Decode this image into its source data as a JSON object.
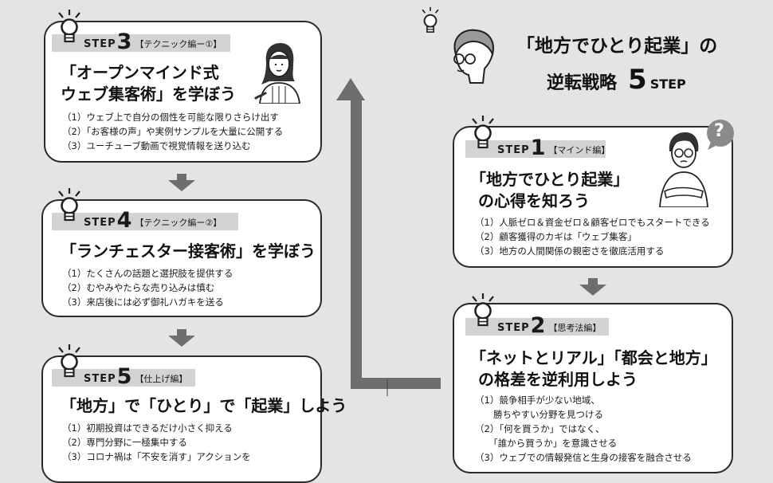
{
  "header": {
    "title_line1": "「地方でひとり起業」の",
    "title_line2_prefix": "逆転戦略",
    "title_count": "5",
    "title_suffix": "STEP"
  },
  "steps": [
    {
      "step_word": "STEP",
      "number": "1",
      "sub": "【マインド編】",
      "heading_lines": [
        "「地方でひとり起業」",
        "の心得を知ろう"
      ],
      "items": [
        "（1）人脈ゼロ＆資金ゼロ＆顧客ゼロでもスタートできる",
        "（2）顧客獲得のカギは「ウェブ集客」",
        "（3）地方の人間関係の親密さを徹底活用する"
      ]
    },
    {
      "step_word": "STEP",
      "number": "2",
      "sub": "【思考法編】",
      "heading_lines": [
        "「ネットとリアル」「都会と地方」",
        "の格差を逆利用しよう"
      ],
      "items": [
        "（1）競争相手が少ない地域、",
        "　　勝ちやすい分野を見つける",
        "（2）「何を買うか」ではなく、",
        "　　「誰から買うか」を意識させる",
        "（3）ウェブでの情報発信と生身の接客を融合させる"
      ]
    },
    {
      "step_word": "STEP",
      "number": "3",
      "sub": "【テクニック編ー①】",
      "heading_lines": [
        "「オープンマインド式",
        "ウェブ集客術」を学ぼう"
      ],
      "items": [
        "（1）ウェブ上で自分の個性を可能な限りさらけ出す",
        "（2）「お客様の声」や実例サンプルを大量に公開する",
        "（3）ユーチューブ動画で視覚情報を送り込む"
      ]
    },
    {
      "step_word": "STEP",
      "number": "4",
      "sub": "【テクニック編ー②】",
      "heading_lines": [
        "「ランチェスター接客術」を学ぼう"
      ],
      "items": [
        "（1）たくさんの話題と選択肢を提供する",
        "（2）むやみやたらな売り込みは慎む",
        "（3）来店後には必ず御礼ハガキを送る"
      ]
    },
    {
      "step_word": "STEP",
      "number": "5",
      "sub": "【仕上げ編】",
      "heading_lines": [
        "「地方」で「ひとり」で「起業」しよう"
      ],
      "items": [
        "（1）初期投資はできるだけ小さく抑える",
        "（2）専門分野に一極集中する",
        "（3）コロナ禍は「不安を消す」アクションを"
      ]
    }
  ],
  "speech_bubble": "?",
  "colors": {
    "background": "#e4e4e4",
    "card": "#ffffff",
    "tag": "#d3d3d3",
    "arrow": "#6e6e6e"
  }
}
